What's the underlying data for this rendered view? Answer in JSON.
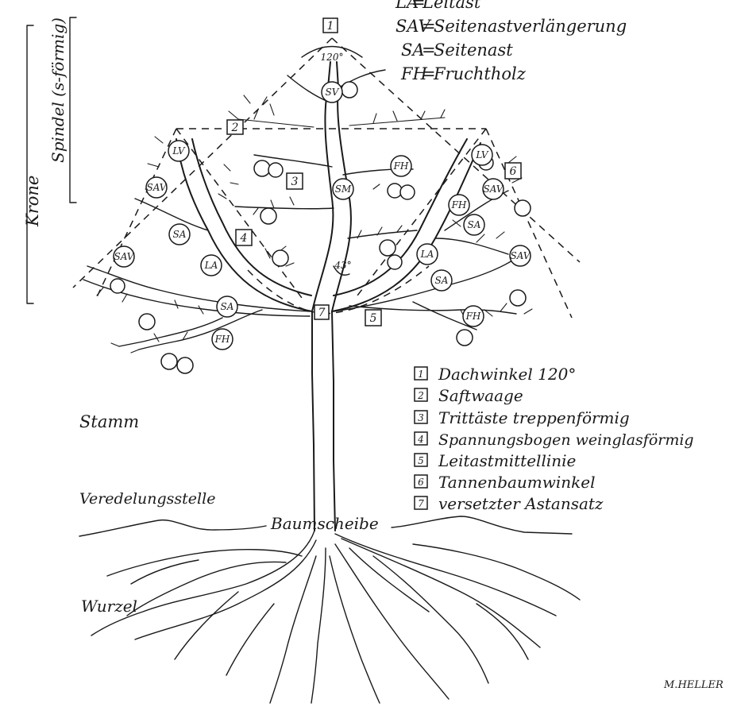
{
  "abbreviations": [
    {
      "code": "LA",
      "text": "Leitast"
    },
    {
      "code": "SAV",
      "text": "Seitenastverlängerung"
    },
    {
      "code": "SA",
      "text": "Seitenast"
    },
    {
      "code": "FH",
      "text": "Fruchtholz"
    }
  ],
  "legend": [
    {
      "num": "1",
      "text": "Dachwinkel 120°"
    },
    {
      "num": "2",
      "text": "Saftwaage"
    },
    {
      "num": "3",
      "text": "Trittäste treppenförmig"
    },
    {
      "num": "4",
      "text": "Spannungsbogen weinglasförmig"
    },
    {
      "num": "5",
      "text": "Leitastmittellinie"
    },
    {
      "num": "6",
      "text": "Tannenbaumwinkel"
    },
    {
      "num": "7",
      "text": "versetzter Astansatz"
    }
  ],
  "side_labels": {
    "krone": "Krone",
    "spindel": "Spindel (s-förmig)",
    "stamm": "Stamm",
    "veredelung": "Veredelungsstelle",
    "wurzel": "Wurzel",
    "baumscheibe": "Baumscheibe"
  },
  "angles": {
    "roof": "120°",
    "fork": "43°"
  },
  "node_labels": {
    "sv": "SV",
    "sm": "SM",
    "lv": "LV",
    "sav": "SAV",
    "sa": "SA",
    "la": "LA",
    "fh": "FH"
  },
  "box_numbers": [
    "1",
    "2",
    "3",
    "4",
    "5",
    "6",
    "7"
  ],
  "signature": "M.HELLER"
}
